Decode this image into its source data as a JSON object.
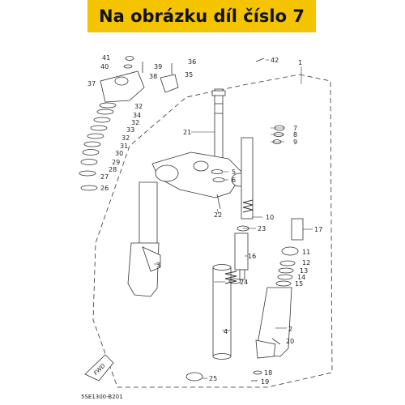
{
  "header": {
    "title": "Na obrázku díl číslo 7"
  },
  "diagram": {
    "part_code": "5SE1300-B201",
    "direction_label": "FWD",
    "callouts": [
      "1",
      "2",
      "3",
      "4",
      "5",
      "6",
      "7",
      "8",
      "9",
      "10",
      "11",
      "12",
      "13",
      "14",
      "15",
      "16",
      "17",
      "18",
      "19",
      "20",
      "21",
      "22",
      "23",
      "24",
      "25",
      "26",
      "27",
      "28",
      "29",
      "30",
      "31",
      "32",
      "33",
      "34",
      "35",
      "36",
      "37",
      "38",
      "39",
      "40",
      "41",
      "42"
    ]
  },
  "colors": {
    "banner": "#f5c400",
    "line": "#333333"
  }
}
